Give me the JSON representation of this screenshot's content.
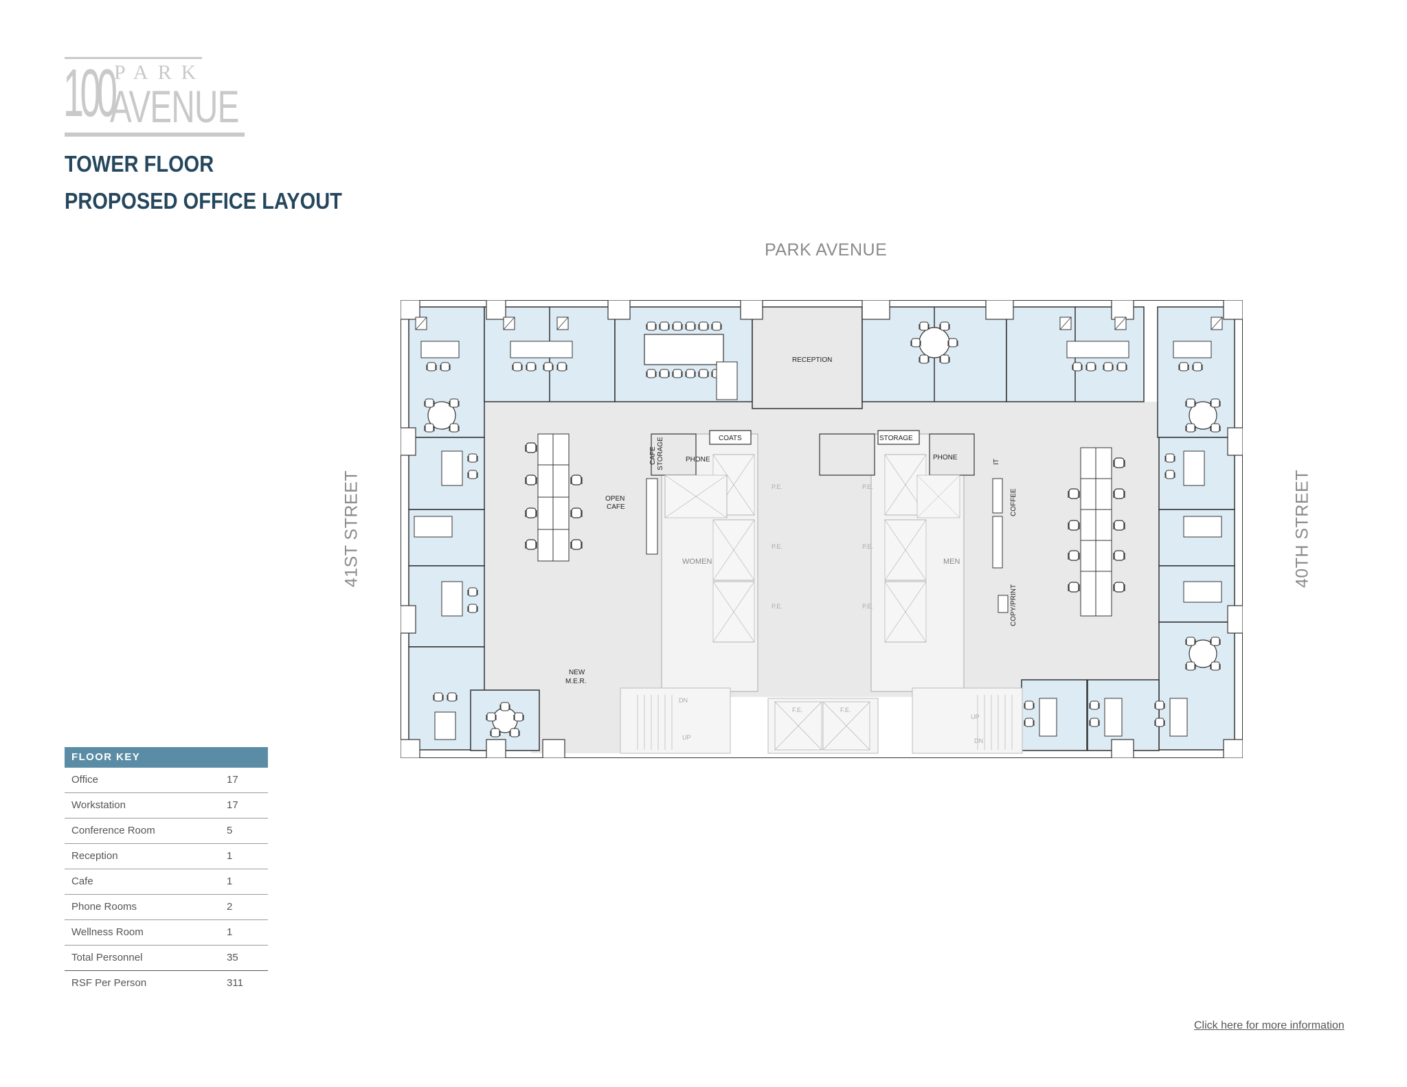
{
  "logo": {
    "number": "100",
    "line1": "PARK",
    "line2": "AVENUE",
    "color": "#c9c9c9"
  },
  "header": {
    "title": "TOWER FLOOR",
    "subtitle": "PROPOSED OFFICE LAYOUT",
    "color": "#25465c"
  },
  "streets": {
    "top": "PARK AVENUE",
    "left": "41ST STREET",
    "right": "40TH STREET"
  },
  "floor_key": {
    "title": "FLOOR KEY",
    "header_color": "#5b8ca6",
    "rows": [
      {
        "label": "Office",
        "value": "17"
      },
      {
        "label": "Workstation",
        "value": "17"
      },
      {
        "label": "Conference Room",
        "value": "5"
      },
      {
        "label": "Reception",
        "value": "1"
      },
      {
        "label": "Cafe",
        "value": "1"
      },
      {
        "label": "Phone Rooms",
        "value": "2"
      },
      {
        "label": "Wellness Room",
        "value": "1"
      },
      {
        "label": "Total Personnel",
        "value": "35"
      },
      {
        "label": "RSF Per Person",
        "value": "311"
      }
    ]
  },
  "plan": {
    "colors": {
      "office_fill": "#dcebf4",
      "corridor_fill": "#e9e9e9",
      "core_fill": "#f3f3f3",
      "wall": "#333333"
    },
    "labels": {
      "reception": "RECEPTION",
      "open_cafe_1": "OPEN",
      "open_cafe_2": "CAFE",
      "cafe_storage_1": "CAFE",
      "cafe_storage_2": "STORAGE",
      "phone_left": "PHONE",
      "phone_right": "PHONE",
      "coats": "COATS",
      "storage": "STORAGE",
      "it": "IT",
      "coffee": "COFFEE",
      "copy_print": "COPY/PRINT",
      "women": "WOMEN",
      "men": "MEN",
      "pe": "P.E.",
      "fe": "F.E.",
      "mer_1": "NEW",
      "mer_2": "M.E.R.",
      "up": "UP",
      "dn": "DN"
    }
  },
  "footer": {
    "link": "Click here for more information"
  }
}
